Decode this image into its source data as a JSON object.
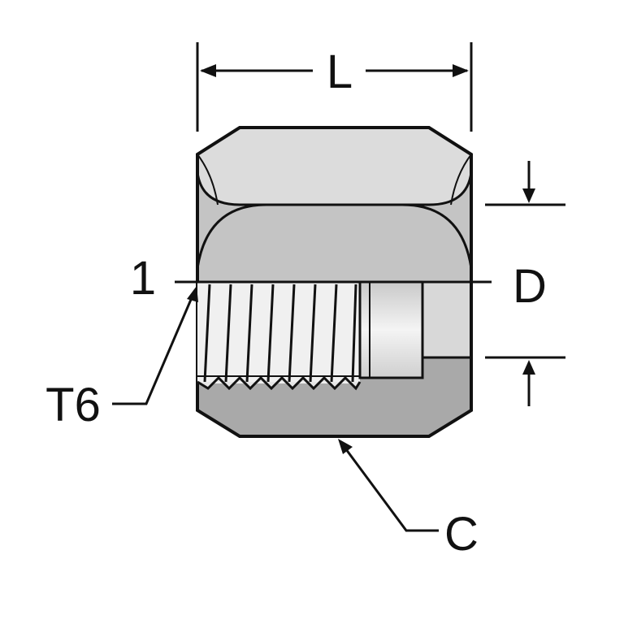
{
  "labels": {
    "length": "L",
    "diameter": "D",
    "port": "1",
    "thread": "T6",
    "hex": "C"
  },
  "colors": {
    "outline": "#111111",
    "light_fill": "#dcdcdc",
    "mid_fill": "#c4c4c4",
    "dark_fill": "#a9a9a9",
    "bore_fill": "#f2f2f2",
    "background": "#ffffff"
  }
}
